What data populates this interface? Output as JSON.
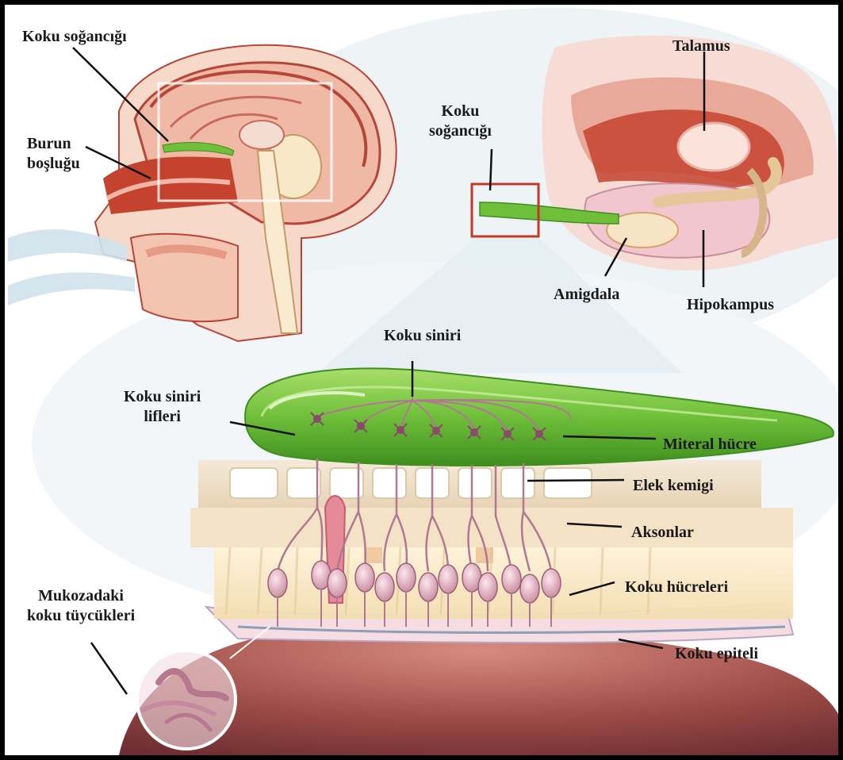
{
  "labels": {
    "koku_sogancigi_head": "Koku soğancığı",
    "burun_line1": "Burun",
    "burun_line2": "boşluğu",
    "koku_sogancigi_brain_line1": "Koku",
    "koku_sogancigi_brain_line2": "soğancığı",
    "talamus": "Talamus",
    "amigdala": "Amigdala",
    "hipokampus": "Hipokampus",
    "koku_siniri": "Koku siniri",
    "koku_siniri_lifleri_line1": "Koku siniri",
    "koku_siniri_lifleri_line2": "lifleri",
    "miteral_hucre": "Miteral hücre",
    "elek_kemigi": "Elek kemigi",
    "aksonlar": "Aksonlar",
    "mukozadaki_line1": "Mukozadaki",
    "mukozadaki_line2": "koku tüycükleri",
    "koku_hucreleri": "Koku hücreleri",
    "koku_epiteli": "Koku epiteli"
  },
  "colors": {
    "frame": "#000000",
    "olfactory_bulb": "#6fbf3a",
    "brain_tissue": "#f3c9b8",
    "brain_dark": "#c4432f",
    "mucosa": "#8a3a3a",
    "neuron": "#c78a9f",
    "callout_box": "#c0392b",
    "label_text": "#1a1a1a"
  }
}
